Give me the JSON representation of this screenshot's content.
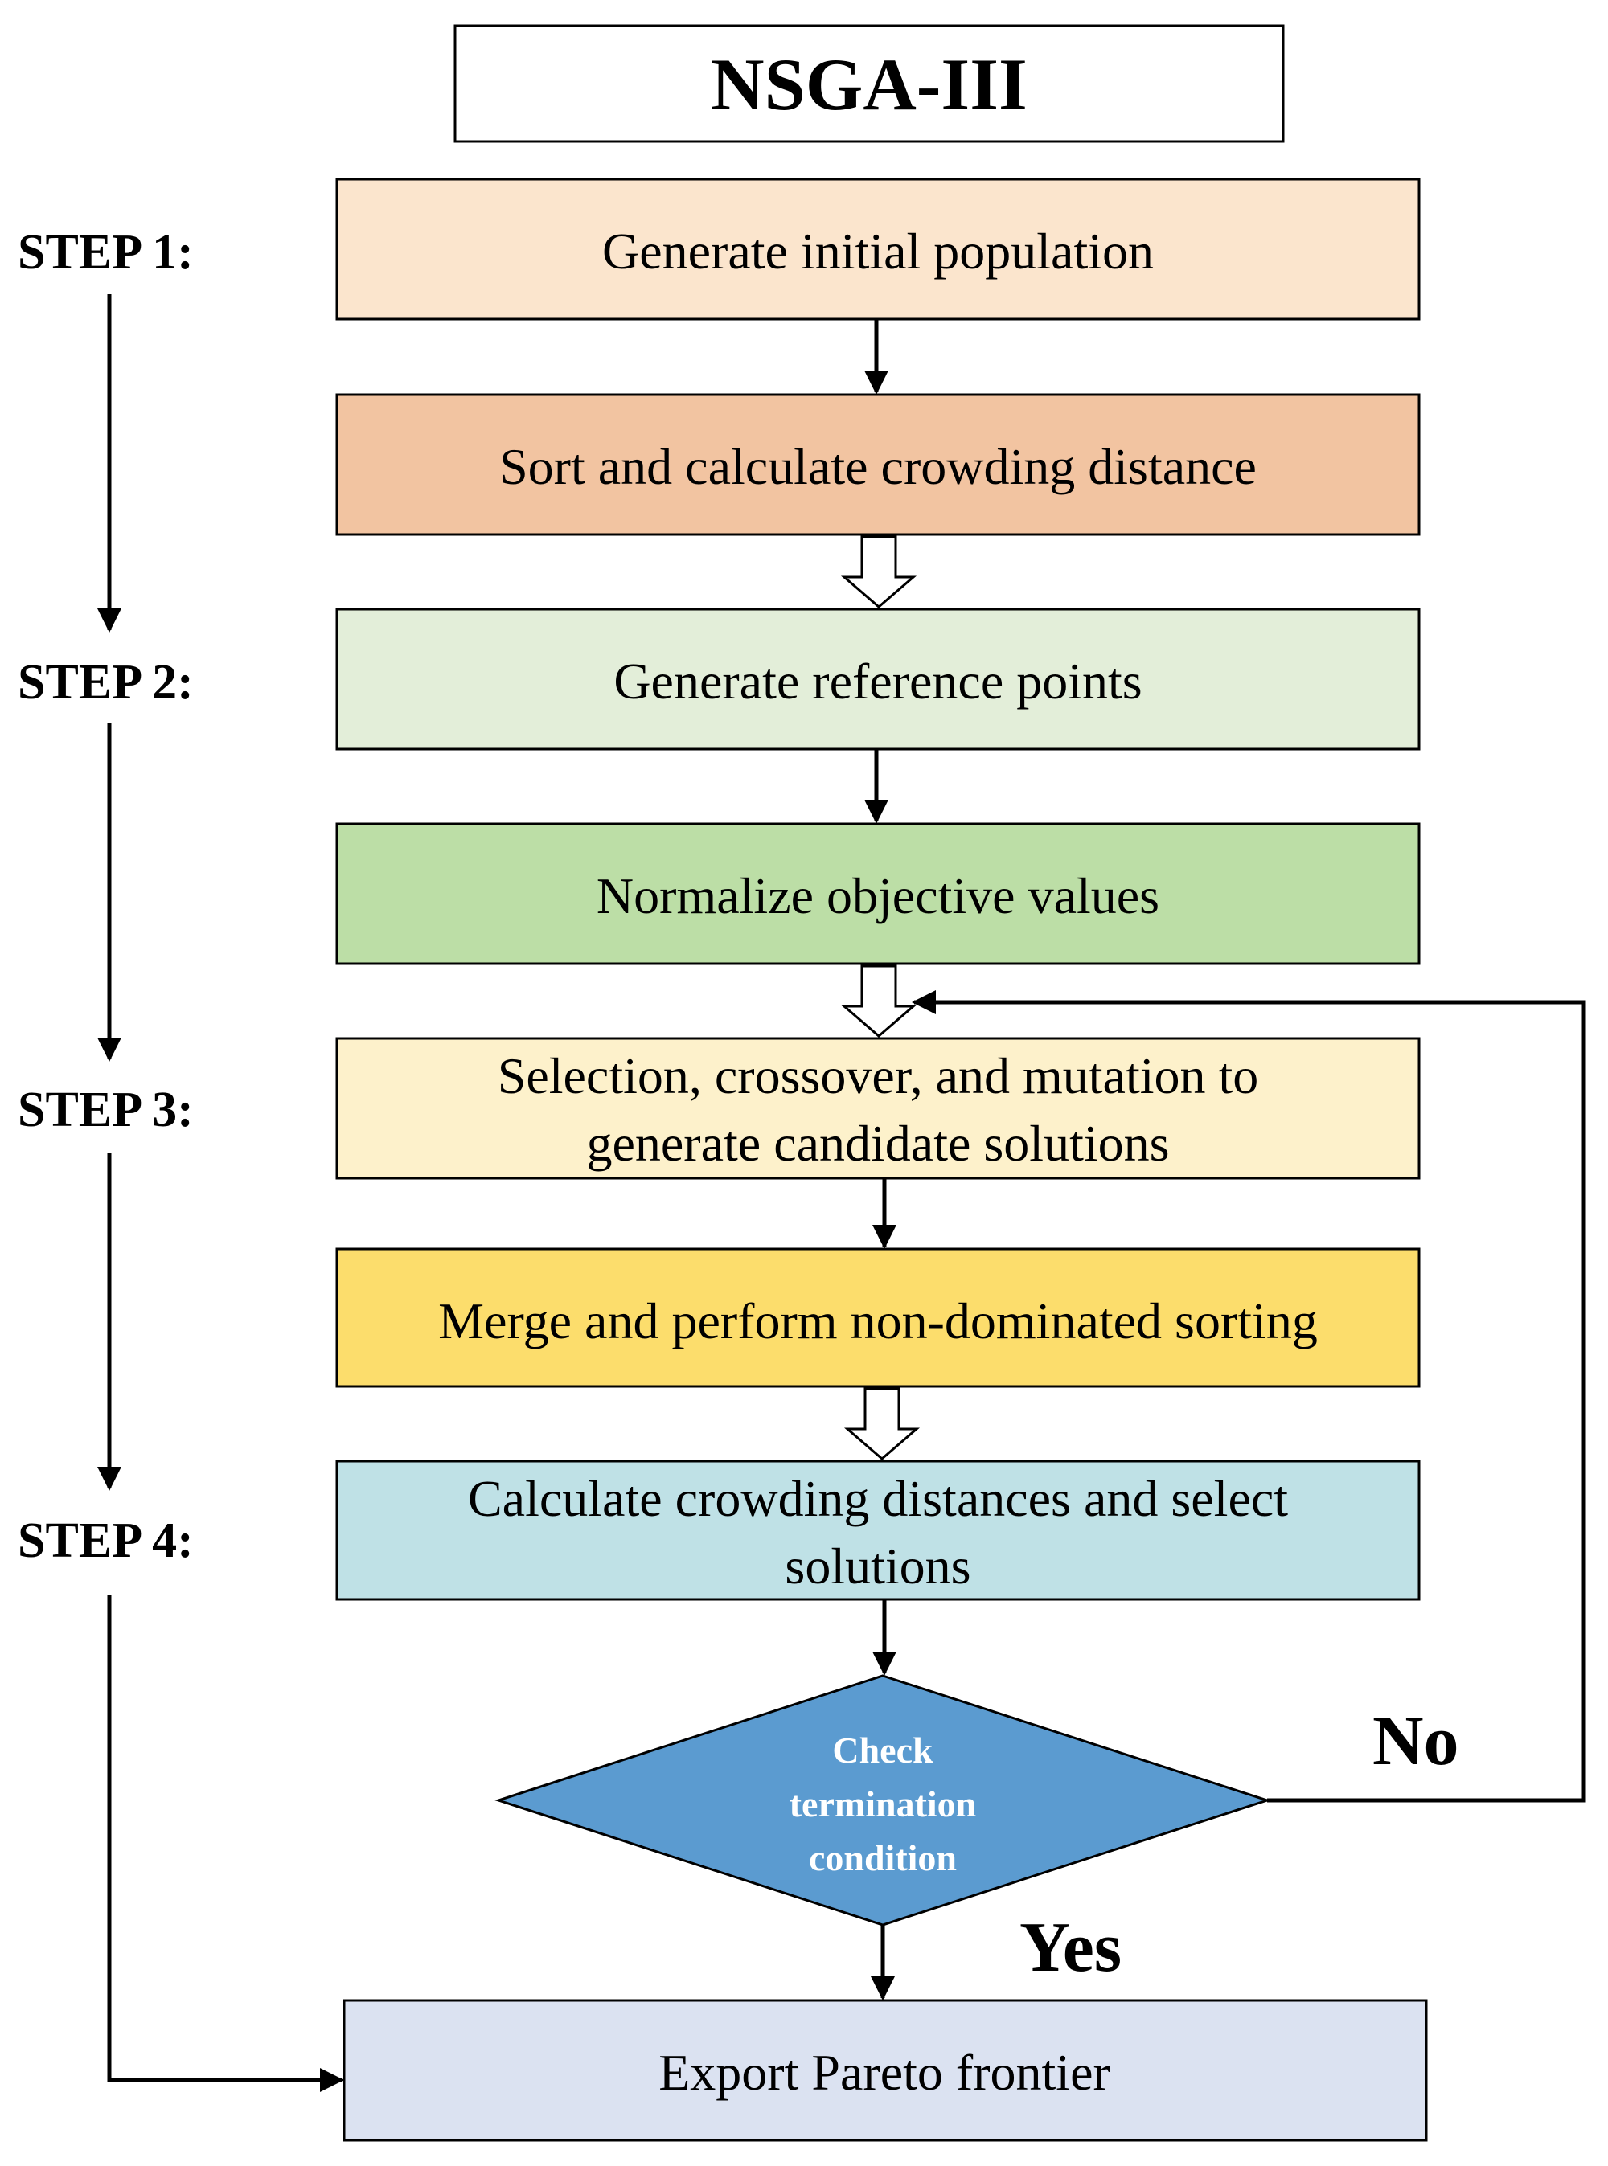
{
  "title": "NSGA-III",
  "steps": [
    "STEP 1:",
    "STEP 2:",
    "STEP 3:",
    "STEP 4:"
  ],
  "boxes": [
    {
      "lines": [
        "Generate initial population"
      ],
      "color": "#FBE5CD"
    },
    {
      "lines": [
        "Sort and calculate crowding distance"
      ],
      "color": "#F2C4A1"
    },
    {
      "lines": [
        "Generate reference points"
      ],
      "color": "#E3EED9"
    },
    {
      "lines": [
        "Normalize objective values"
      ],
      "color": "#BCDEA6"
    },
    {
      "lines": [
        "Selection, crossover, and mutation to",
        "generate candidate solutions"
      ],
      "color": "#FDF1CB"
    },
    {
      "lines": [
        "Merge and perform non-dominated sorting"
      ],
      "color": "#FCDD6C"
    },
    {
      "lines": [
        "Calculate crowding distances and select",
        "solutions"
      ],
      "color": "#BFE1E6"
    }
  ],
  "decision": {
    "lines": [
      "Check",
      "termination",
      "condition"
    ],
    "color": "#5B9BD0"
  },
  "branches": {
    "no": "No",
    "yes": "Yes"
  },
  "output": {
    "lines": [
      "Export Pareto frontier"
    ],
    "color": "#DBE2F1"
  }
}
